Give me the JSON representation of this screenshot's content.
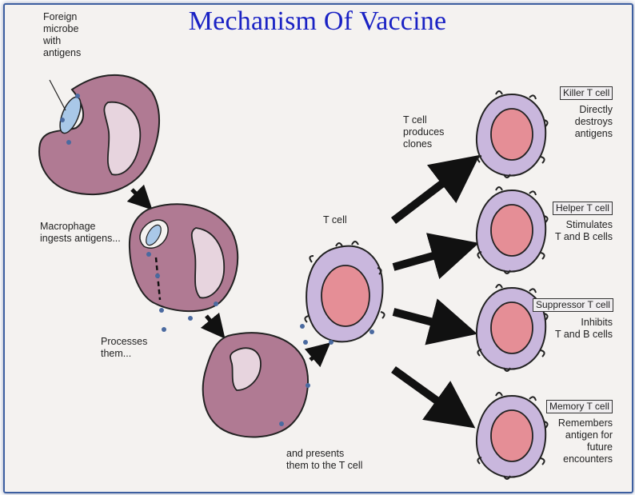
{
  "title": "Mechanism Of Vaccine",
  "labels": {
    "foreign_microbe": [
      "Foreign",
      "microbe",
      "with",
      "antigens"
    ],
    "macrophage_ingests": [
      "Macrophage",
      "ingests antigens..."
    ],
    "processes": [
      "Processes",
      "them..."
    ],
    "presents": [
      "and presents",
      "them to the T cell"
    ],
    "t_cell": "T cell",
    "clones": [
      "T cell",
      "produces",
      "clones"
    ]
  },
  "t_cell_types": [
    {
      "name": "Killer T cell",
      "description": [
        "Directly",
        "destroys",
        "antigens"
      ]
    },
    {
      "name": "Helper T cell",
      "description": [
        "Stimulates",
        "T and B cells"
      ]
    },
    {
      "name": "Suppressor T cell",
      "description": [
        "Inhibits",
        "T and B cells"
      ]
    },
    {
      "name": "Memory T cell",
      "description": [
        "Remembers",
        "antigen for",
        "future",
        "encounters"
      ]
    }
  ],
  "colors": {
    "title": "#1a22c4",
    "macrophage_fill": "#b07a93",
    "macrophage_inner": "#e7d4de",
    "microbe": "#a9c8e8",
    "tcell_body": "#c9b7dd",
    "tcell_nucleus": "#e58e96",
    "antigen_dot": "#4a6aa0",
    "arrow": "#111111",
    "frame_border": "#3d5fa0"
  }
}
